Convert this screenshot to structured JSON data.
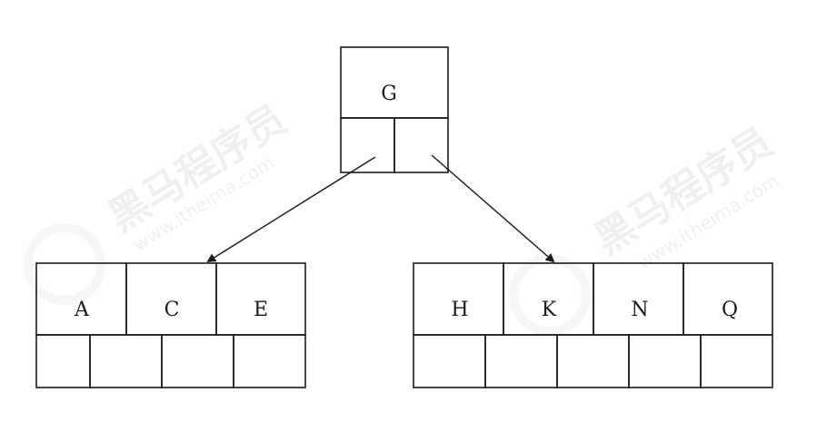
{
  "watermark": {
    "brand": "黑马程序员",
    "url": "www.itheima.com"
  },
  "tree": {
    "root": {
      "keys": [
        "G"
      ]
    },
    "children": [
      {
        "keys": [
          "A",
          "C",
          "E"
        ]
      },
      {
        "keys": [
          "H",
          "K",
          "N",
          "Q"
        ]
      }
    ]
  },
  "colors": {
    "line": "#1a1a1a",
    "background": "#ffffff"
  }
}
